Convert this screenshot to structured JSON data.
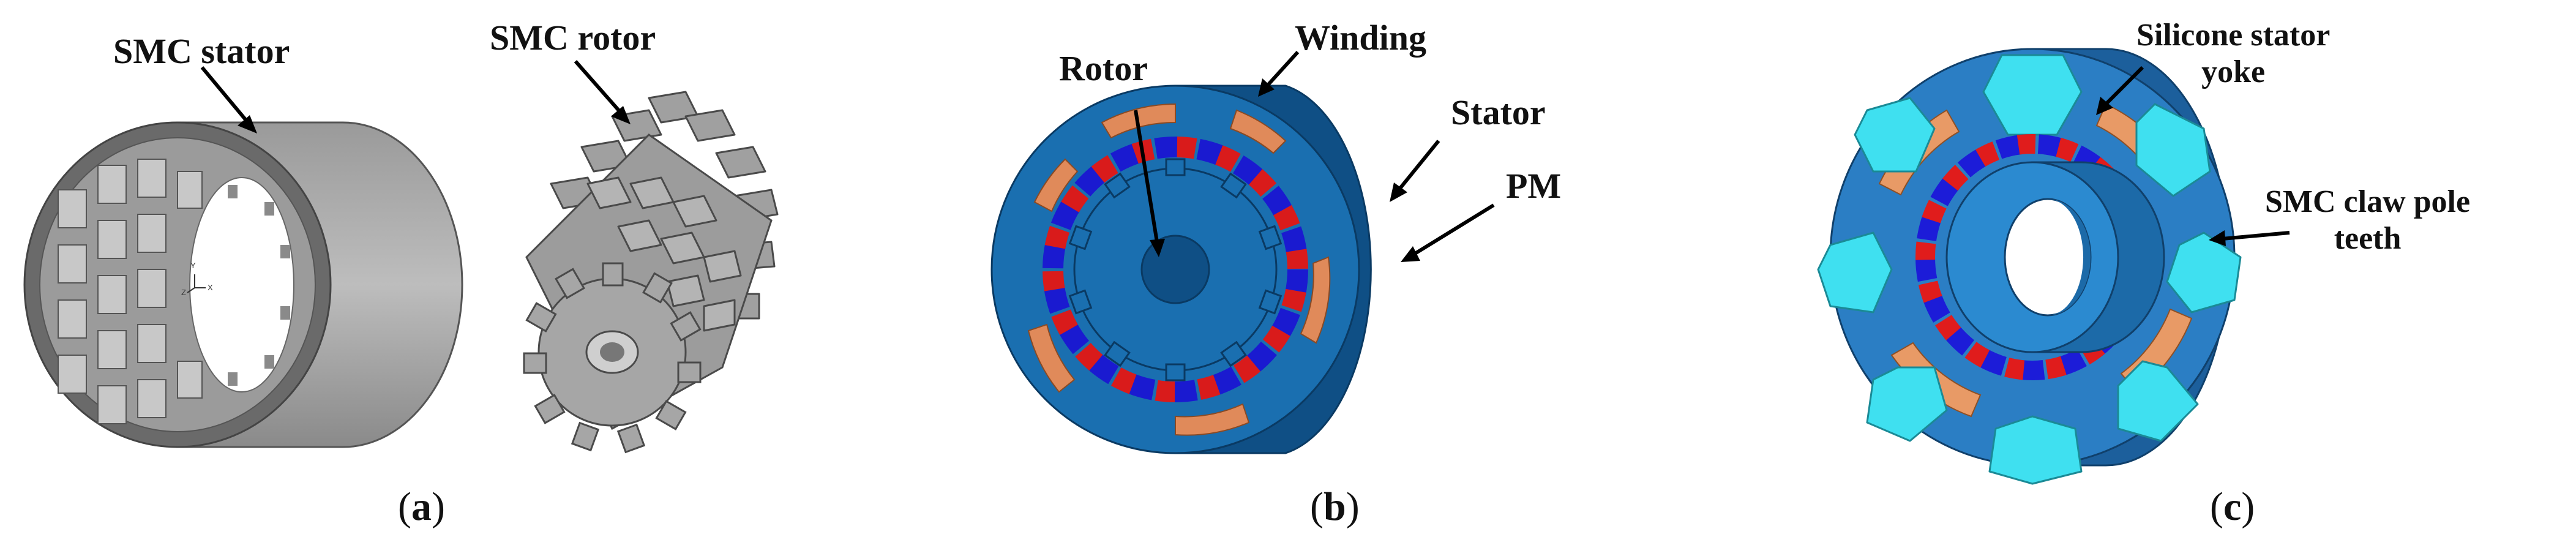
{
  "panels": {
    "a": {
      "caption_open": "(",
      "caption_letter": "a",
      "caption_close": ")",
      "labels": {
        "stator": "SMC stator",
        "rotor": "SMC rotor"
      },
      "axis_triad": {
        "y": "Y",
        "z": "Z",
        "x": "X"
      },
      "colors": {
        "body": "#8e8e8e",
        "dark": "#5e5e5e",
        "light": "#b9b9b9"
      }
    },
    "b": {
      "caption_open": "(",
      "caption_letter": "b",
      "caption_close": ")",
      "labels": {
        "rotor": "Rotor",
        "winding": "Winding",
        "stator": "Stator",
        "pm": "PM"
      },
      "colors": {
        "steel": "#1a6fb0",
        "steel_dark": "#0f4f85",
        "winding": "#e08a5a",
        "pm_red": "#d91b1b",
        "pm_blue": "#1a1ad0"
      }
    },
    "c": {
      "caption_open": "(",
      "caption_letter": "c",
      "caption_close": ")",
      "labels": {
        "yoke_line1": "Silicone stator",
        "yoke_line2": "yoke",
        "teeth_line1": "SMC claw pole",
        "teeth_line2": "teeth"
      },
      "colors": {
        "yoke": "#2b7ec4",
        "teeth": "#3fe0f0",
        "winding": "#e89a66",
        "pm_red": "#e01c1c",
        "pm_blue": "#1c1cd8"
      }
    }
  }
}
